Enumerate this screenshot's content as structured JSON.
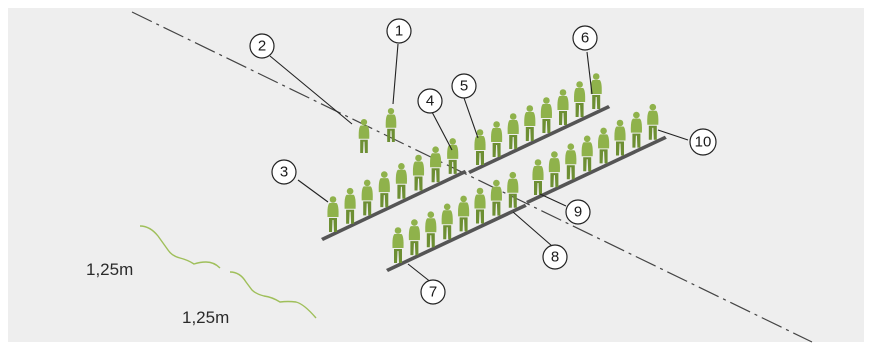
{
  "diagram": {
    "callouts": [
      {
        "id": "1",
        "label": "1"
      },
      {
        "id": "2",
        "label": "2"
      },
      {
        "id": "3",
        "label": "3"
      },
      {
        "id": "4",
        "label": "4"
      },
      {
        "id": "5",
        "label": "5"
      },
      {
        "id": "6",
        "label": "6"
      },
      {
        "id": "7",
        "label": "7"
      },
      {
        "id": "8",
        "label": "8"
      },
      {
        "id": "9",
        "label": "9"
      },
      {
        "id": "10",
        "label": "10"
      }
    ],
    "spacing": {
      "front_gap": "1,25m",
      "rank_gap": "1,25m"
    },
    "ranks": [
      {
        "name": "rank-left-back",
        "soldiers": 8
      },
      {
        "name": "rank-right-back",
        "soldiers": 8
      },
      {
        "name": "rank-left-front",
        "soldiers": 8
      },
      {
        "name": "rank-right-front",
        "soldiers": 8
      }
    ],
    "colors": {
      "soldier": "#8fb24b",
      "soldier_shade": "#6d8f33",
      "base": "#555555",
      "axis": "#444444",
      "brace": "#9fbf5a"
    }
  }
}
